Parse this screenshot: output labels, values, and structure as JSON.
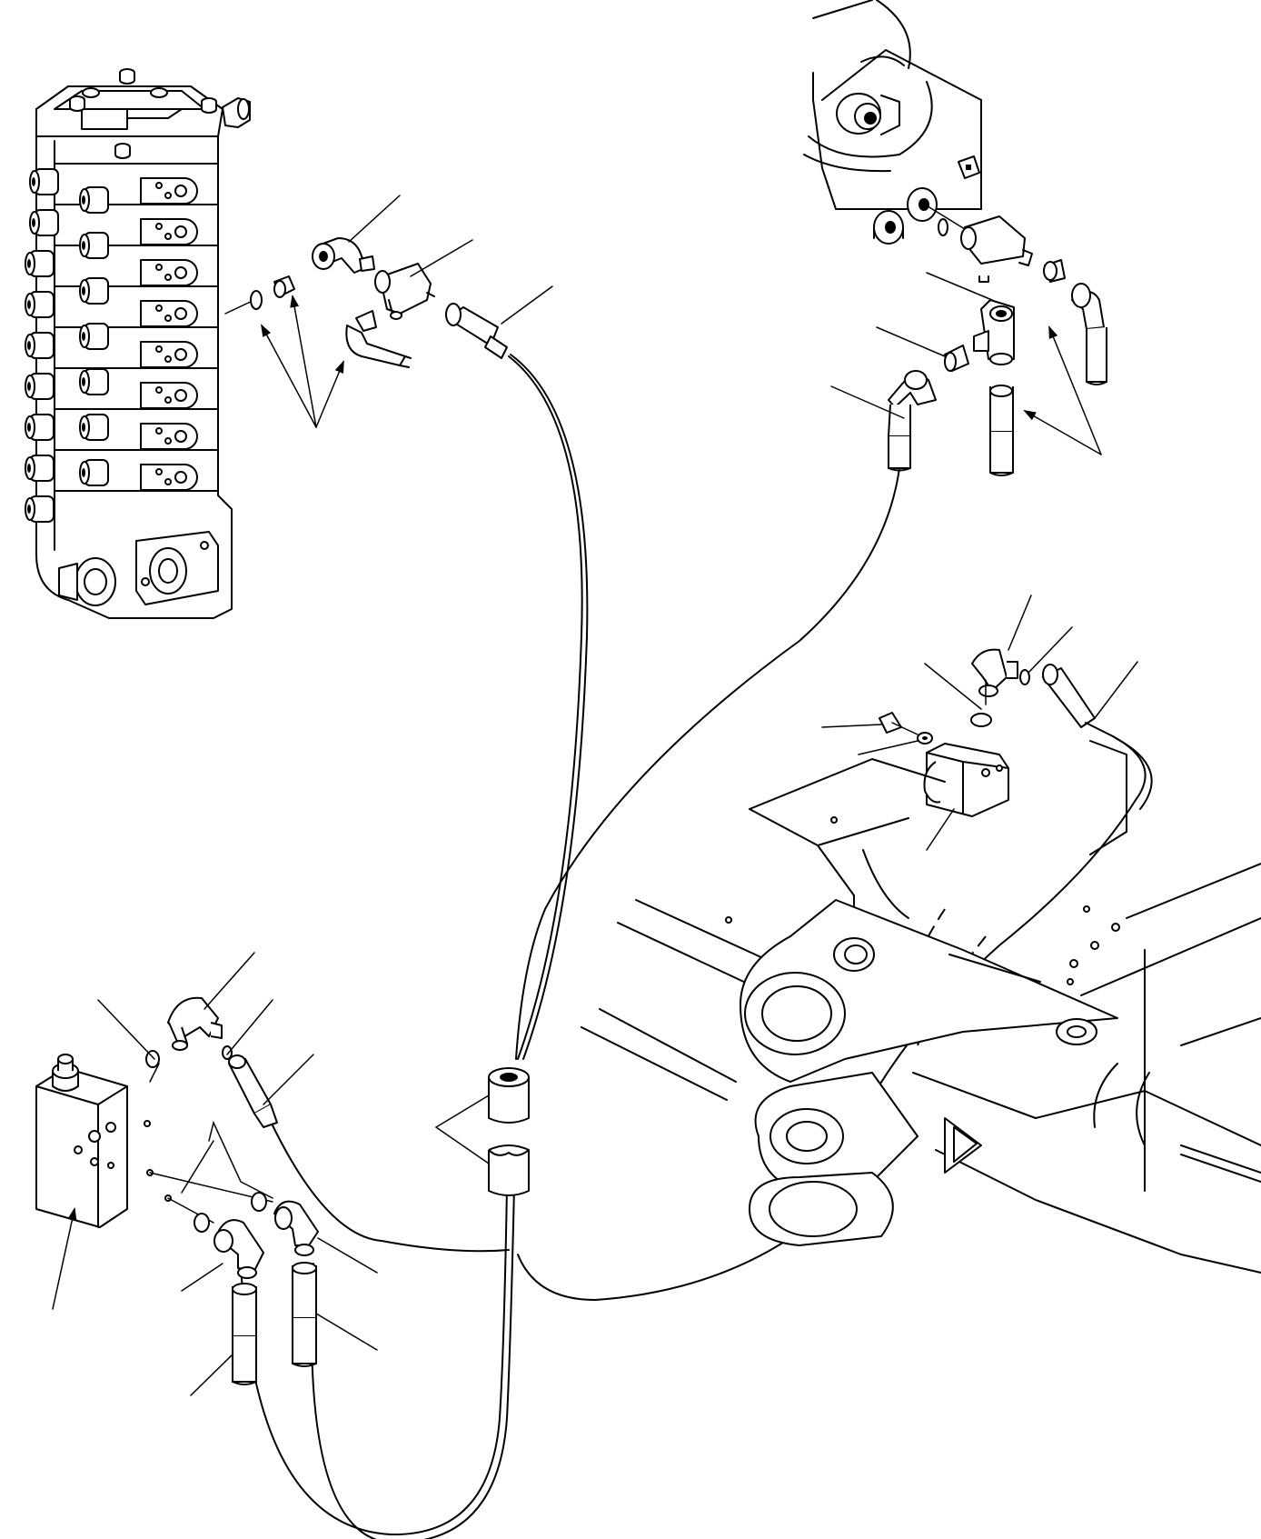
{
  "diagram": {
    "style": "monochrome exploded-view line drawing",
    "colors": {
      "stroke": "#000000",
      "background": "#ffffff"
    },
    "components": [
      "control-valve",
      "fittings-cluster-upper-left",
      "fittings-cluster-upper-right",
      "solenoid-valve-assembly",
      "boom-bracket",
      "valve-block-lower-left",
      "hose-clamp-pair",
      "hydraulic-hoses"
    ]
  }
}
